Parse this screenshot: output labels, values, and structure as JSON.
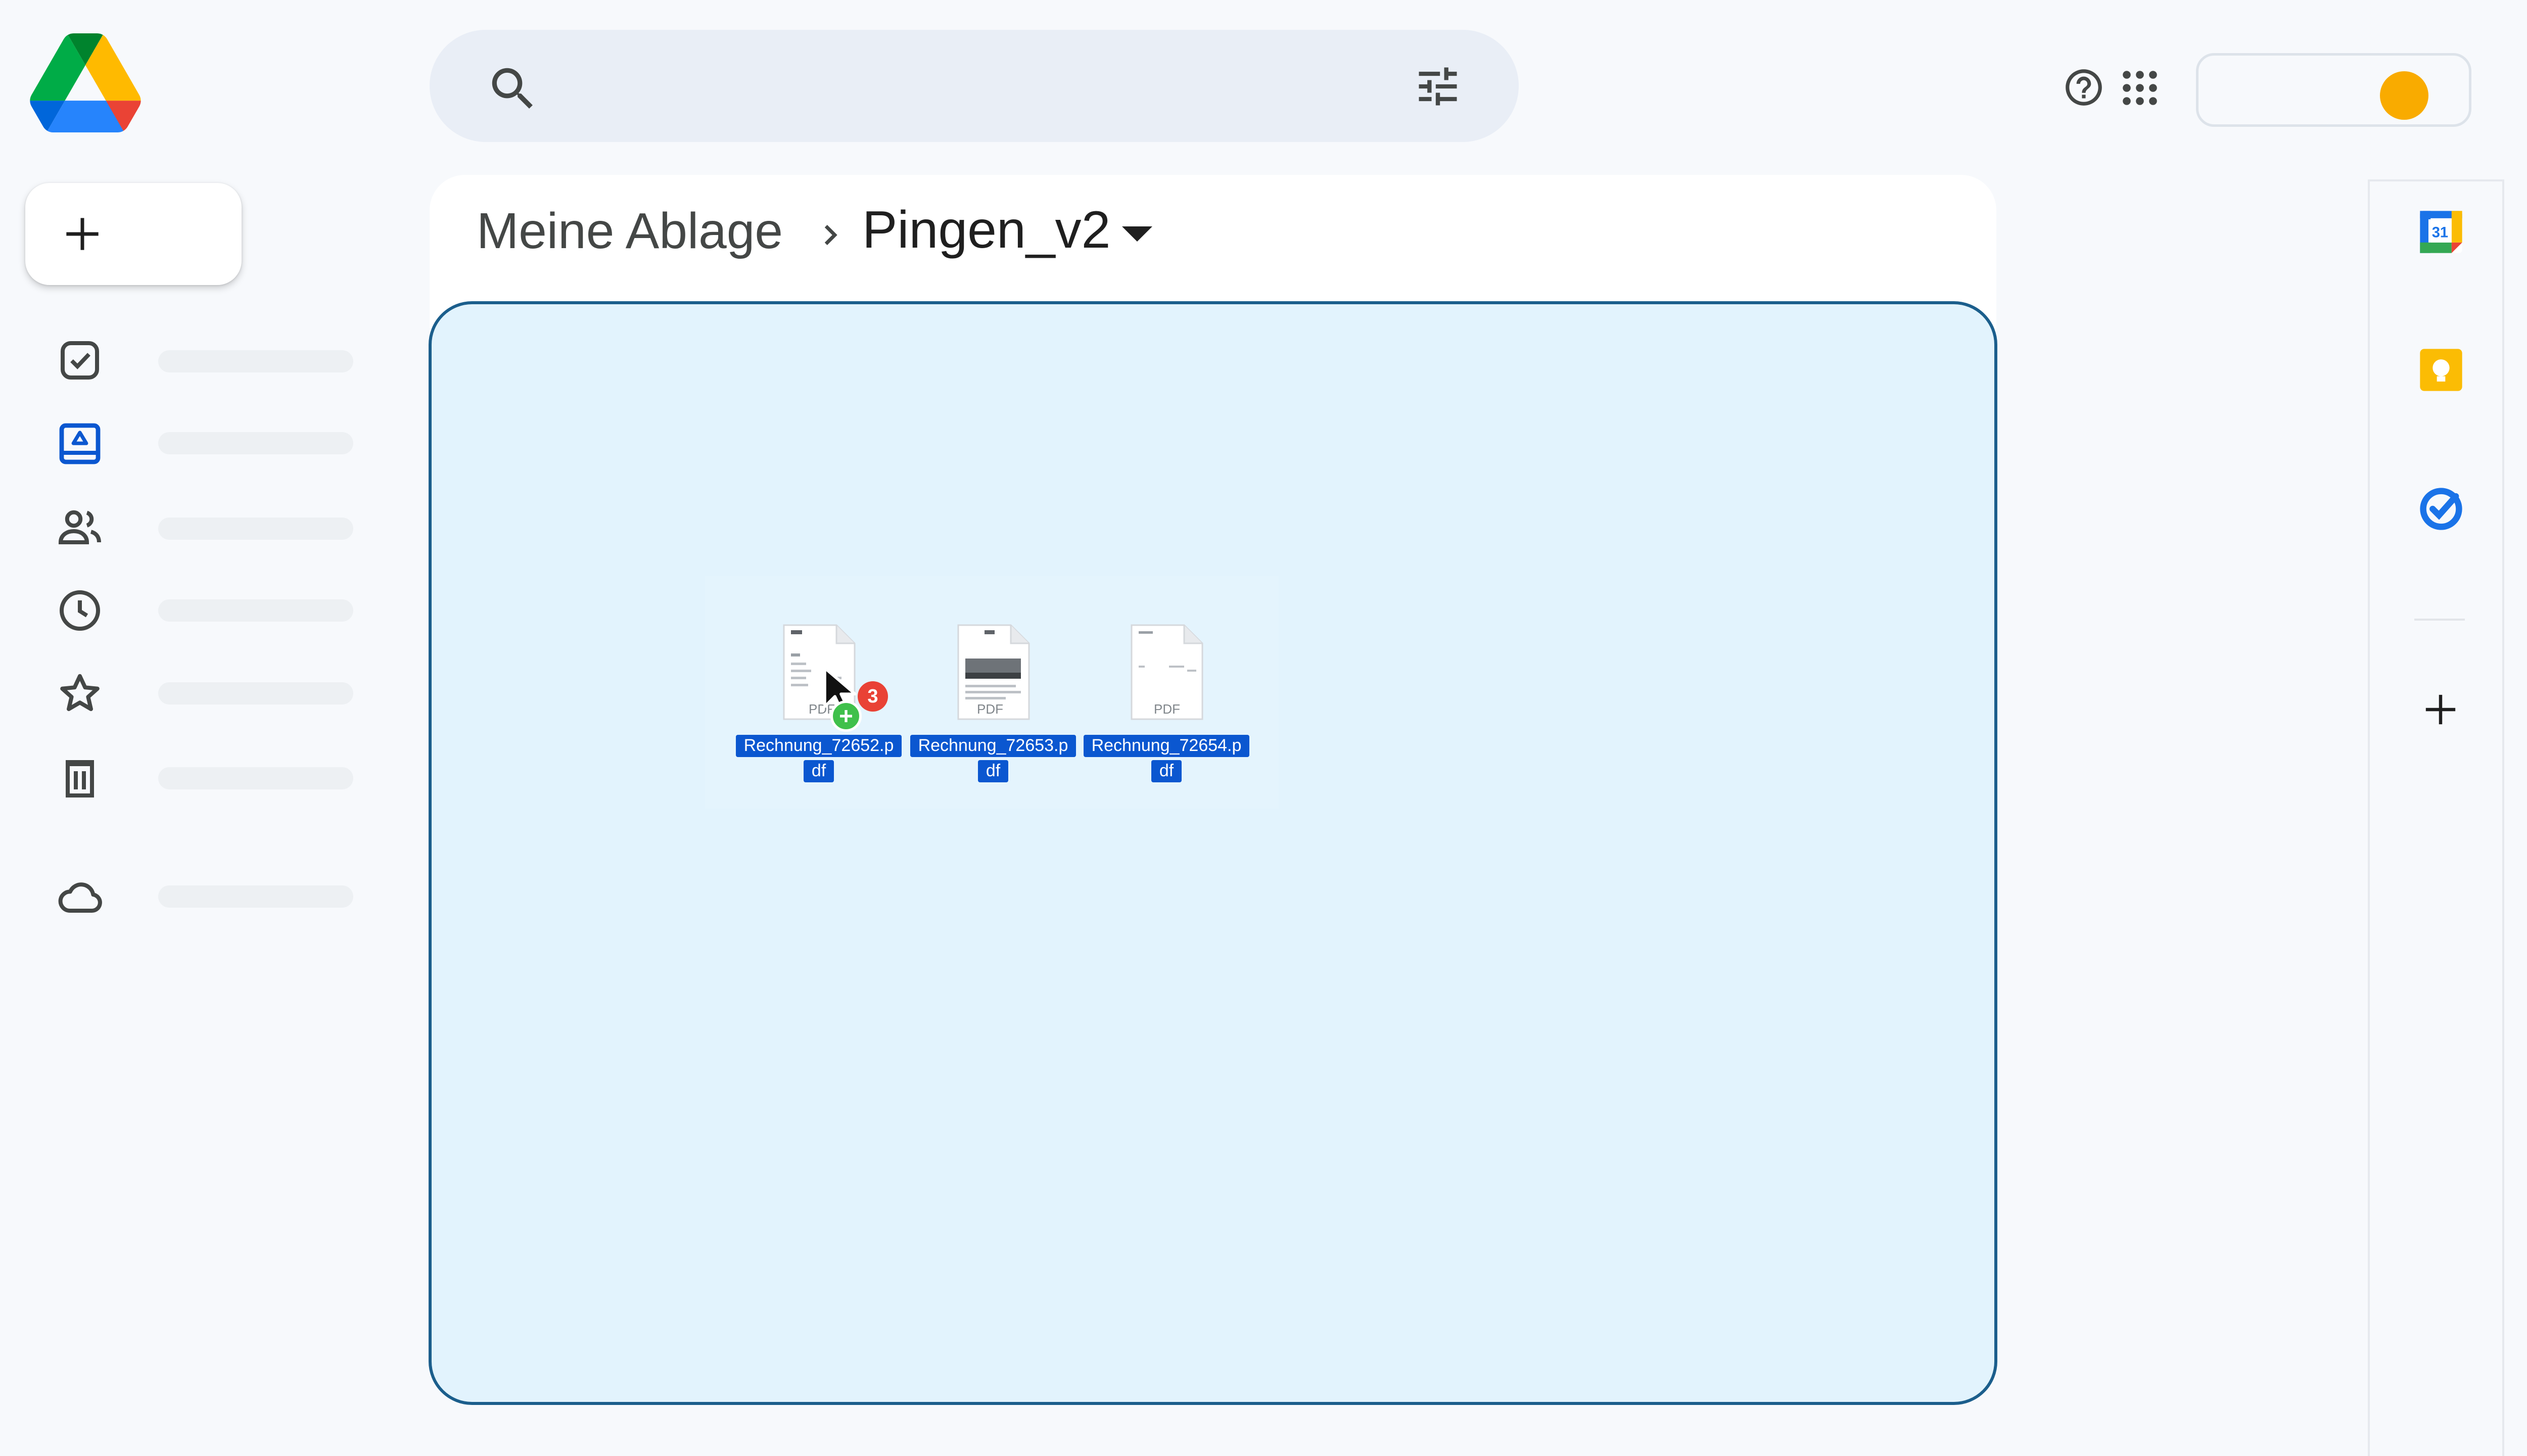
{
  "app": {
    "logo_icon": "google-drive-logo"
  },
  "search": {
    "placeholder": "",
    "search_icon": "search-icon",
    "filter_icon": "tune-icon"
  },
  "header": {
    "help_icon": "help-icon",
    "apps_icon": "apps-grid-icon",
    "account_status_color": "#f9ab00"
  },
  "new_button": {
    "icon": "plus-icon"
  },
  "sidebar": {
    "items": [
      {
        "icon": "priority-icon",
        "label": ""
      },
      {
        "icon": "my-drive-icon",
        "label": "",
        "active": true
      },
      {
        "icon": "shared-icon",
        "label": ""
      },
      {
        "icon": "recent-icon",
        "label": ""
      },
      {
        "icon": "starred-icon",
        "label": ""
      },
      {
        "icon": "trash-icon",
        "label": ""
      },
      {
        "icon": "storage-icon",
        "label": ""
      }
    ]
  },
  "breadcrumb": {
    "root": "Meine Ablage",
    "current": "Pingen_v2"
  },
  "drag": {
    "badge_count": "3",
    "files": [
      {
        "name": "Rechnung_72652.pdf",
        "line1": "Rechnung_72652.p",
        "line2": "df",
        "type_label": "PDF"
      },
      {
        "name": "Rechnung_72653.pdf",
        "line1": "Rechnung_72653.p",
        "line2": "df",
        "type_label": "PDF"
      },
      {
        "name": "Rechnung_72654.pdf",
        "line1": "Rechnung_72654.p",
        "line2": "df",
        "type_label": "PDF"
      }
    ]
  },
  "right_panel": {
    "apps": [
      {
        "name": "calendar",
        "icon": "calendar-icon",
        "text": "31"
      },
      {
        "name": "keep",
        "icon": "keep-icon"
      },
      {
        "name": "tasks",
        "icon": "tasks-icon"
      }
    ],
    "add_icon": "plus-icon"
  }
}
